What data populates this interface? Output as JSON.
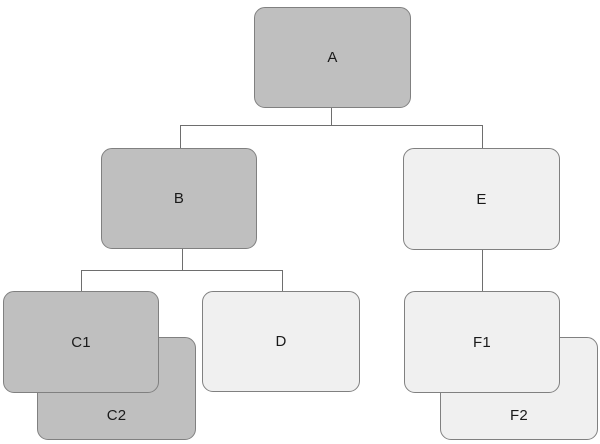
{
  "diagram": {
    "type": "tree",
    "title": "",
    "palette": {
      "fill_dark": "#bfbfbf",
      "fill_light": "#f0f0f0",
      "border": "#808080",
      "connector": "#6e6e6e",
      "text": "#1a1a1a",
      "background": "#ffffff"
    },
    "nodes": [
      {
        "id": "A",
        "label": "A",
        "shade": "dark",
        "stacked": false
      },
      {
        "id": "B",
        "label": "B",
        "shade": "dark",
        "stacked": false
      },
      {
        "id": "E",
        "label": "E",
        "shade": "light",
        "stacked": false
      },
      {
        "id": "C1",
        "label": "C1",
        "shade": "dark",
        "stacked": true
      },
      {
        "id": "C2",
        "label": "C2",
        "shade": "dark",
        "stacked": true
      },
      {
        "id": "D",
        "label": "D",
        "shade": "light",
        "stacked": false
      },
      {
        "id": "F1",
        "label": "F1",
        "shade": "light",
        "stacked": true
      },
      {
        "id": "F2",
        "label": "F2",
        "shade": "light",
        "stacked": true
      }
    ],
    "edges": [
      {
        "from": "A",
        "to": "B"
      },
      {
        "from": "A",
        "to": "E"
      },
      {
        "from": "B",
        "to": "C1"
      },
      {
        "from": "B",
        "to": "D"
      },
      {
        "from": "E",
        "to": "F1"
      }
    ]
  }
}
